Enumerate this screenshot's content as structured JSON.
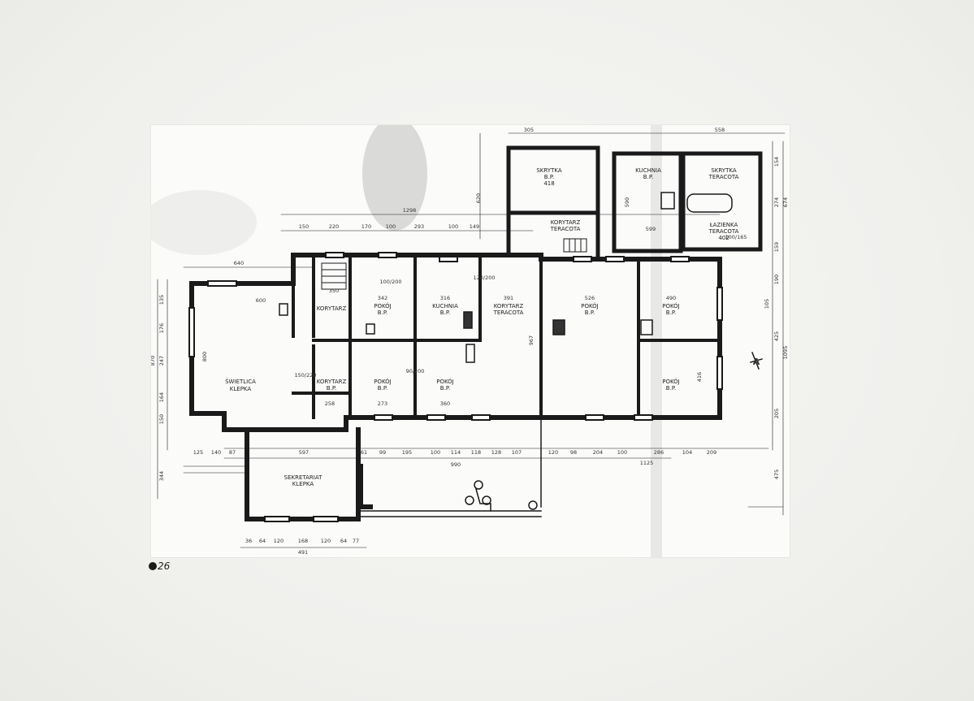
{
  "page_number": "26",
  "rooms": [
    {
      "id": "skrytka-1",
      "name": "SKRYTKA",
      "floor": "B.P.",
      "area": "418"
    },
    {
      "id": "kuchnia",
      "name": "KUCHNIA",
      "floor": "B.P."
    },
    {
      "id": "skrytka-2",
      "name": "SKRYTKA",
      "floor": "TERACOTA"
    },
    {
      "id": "korytarz-top",
      "name": "KORYTARZ",
      "floor": "TERACOTA"
    },
    {
      "id": "lazienka",
      "name": "ŁAZIENKA",
      "floor": "TERACOTA",
      "area": "402"
    },
    {
      "id": "korytarz-1",
      "name": "KORYTARZ"
    },
    {
      "id": "pokoj-1",
      "name": "POKÓJ",
      "floor": "B.P."
    },
    {
      "id": "kuchnia-2",
      "name": "KUCHNIA",
      "floor": "B.P."
    },
    {
      "id": "korytarz-2",
      "name": "KORYTARZ",
      "floor": "TERACOTA"
    },
    {
      "id": "pokoj-2",
      "name": "POKÓJ",
      "floor": "B.P."
    },
    {
      "id": "pokoj-3",
      "name": "POKÓJ",
      "floor": "B.P."
    },
    {
      "id": "swietlica",
      "name": "ŚWIETLICA",
      "floor": "KLEPKA"
    },
    {
      "id": "korytarz-3",
      "name": "KORYTARZ",
      "floor": "B.P."
    },
    {
      "id": "pokoj-4",
      "name": "POKÓJ",
      "floor": "B.P."
    },
    {
      "id": "pokoj-5",
      "name": "POKÓJ",
      "floor": "B.P."
    },
    {
      "id": "pokoj-6",
      "name": "POKÓJ",
      "floor": "B.P."
    },
    {
      "id": "sekretariat",
      "name": "SEKRETARIAT",
      "floor": "KLEPKA"
    }
  ],
  "dimensions_top": [
    "150",
    "220",
    "170",
    "100",
    "293",
    "100",
    "149",
    "1298",
    "640",
    "305",
    "558",
    "620"
  ],
  "dimensions_bottom": [
    "125",
    "140",
    "87",
    "597",
    "61",
    "99",
    "195",
    "100",
    "114",
    "118",
    "128",
    "107",
    "120",
    "98",
    "204",
    "100",
    "286",
    "104",
    "209",
    "990",
    "1125"
  ],
  "dimensions_interior": [
    "600",
    "350",
    "342",
    "316",
    "391",
    "526",
    "490",
    "258",
    "273",
    "360",
    "590",
    "599",
    "416",
    "967",
    "800"
  ],
  "dimensions_left": [
    "135",
    "176",
    "247",
    "870",
    "164",
    "150",
    "344"
  ],
  "dimensions_right": [
    "154",
    "274",
    "674",
    "159",
    "190",
    "105",
    "425",
    "1095",
    "205",
    "475"
  ],
  "dimensions_footer": [
    "36",
    "64",
    "120",
    "168",
    "120",
    "64",
    "77",
    "491"
  ],
  "door_labels": [
    "100/200",
    "150/220",
    "90/200",
    "120/200",
    "100/165"
  ],
  "north_mark": "A"
}
